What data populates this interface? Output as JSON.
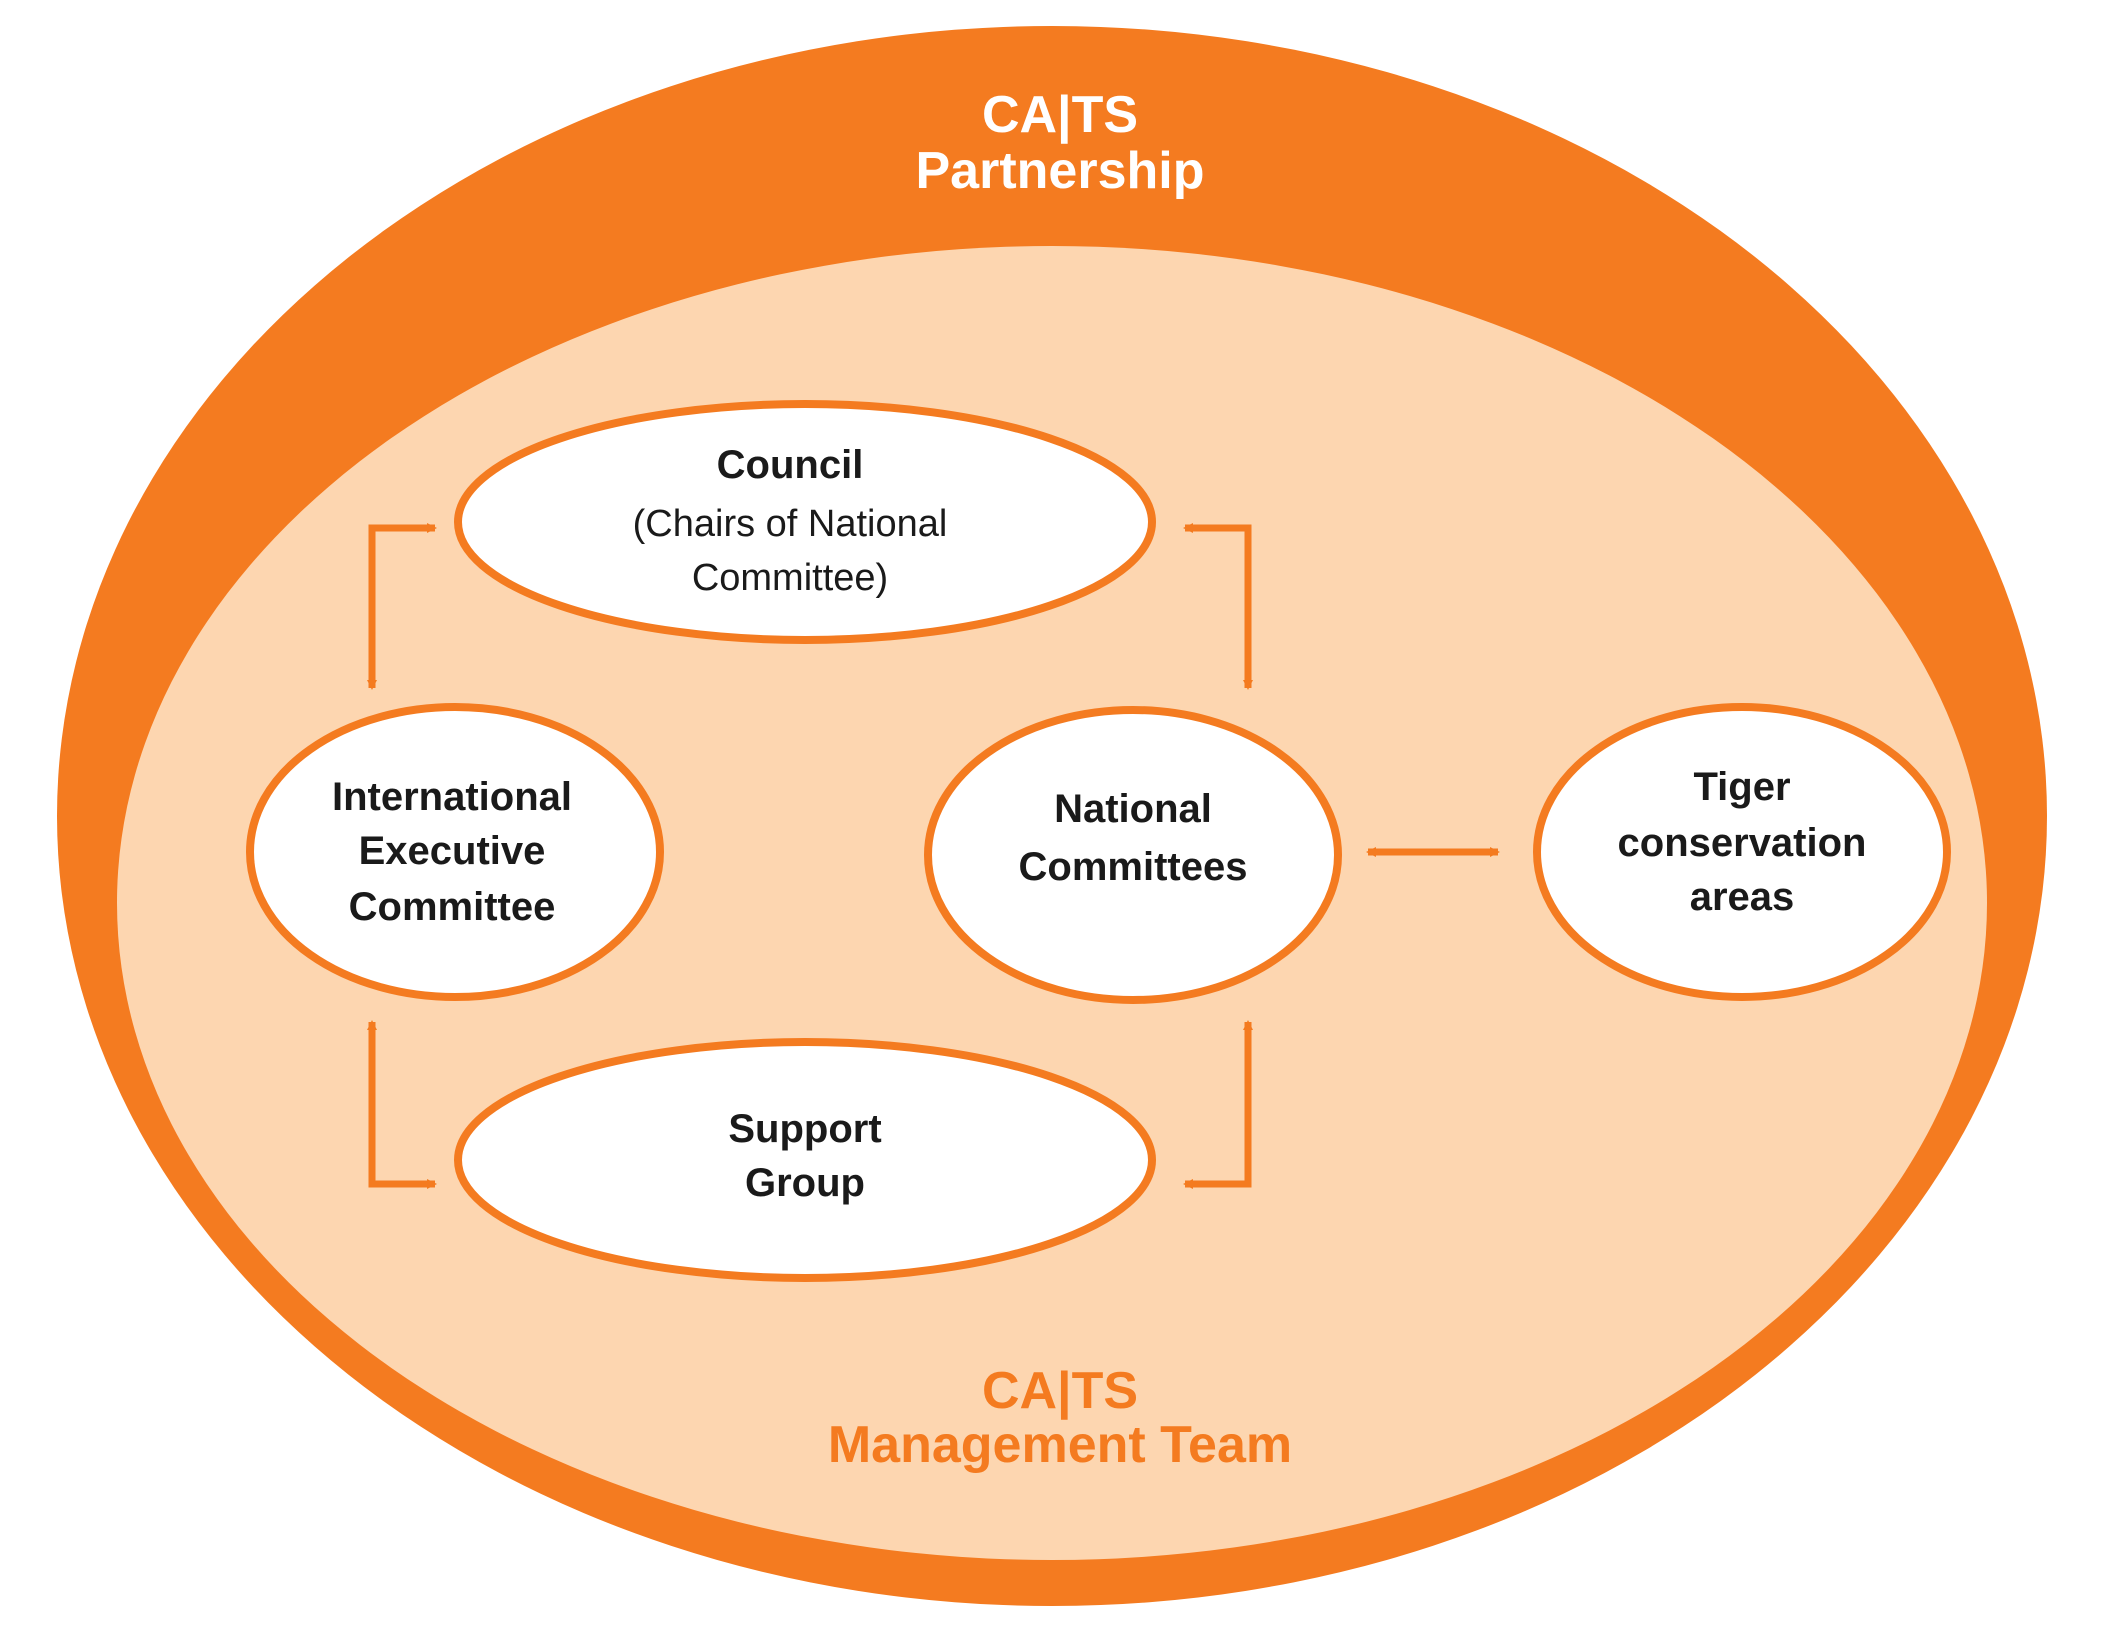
{
  "colors": {
    "outer_ring": "#f47b20",
    "inner_fill": "#fdd6b0",
    "node_fill": "#ffffff",
    "node_stroke": "#f47b20",
    "arrow": "#f47b20",
    "partnership_text": "#ffffff",
    "management_text": "#f47b20",
    "node_text": "#1a1a1a"
  },
  "outer": {
    "title_line1": "CA|TS",
    "title_line2": "Partnership"
  },
  "inner": {
    "title_line1": "CA|TS",
    "title_line2": "Management Team"
  },
  "nodes": {
    "council": {
      "line1": "Council",
      "line2": "(Chairs of National",
      "line3": "Committee)"
    },
    "iec": {
      "line1": "International",
      "line2": "Executive",
      "line3": "Committee"
    },
    "national": {
      "line1": "National",
      "line2": "Committees"
    },
    "tiger": {
      "line1": "Tiger",
      "line2": "conservation",
      "line3": "areas"
    },
    "support": {
      "line1": "Support",
      "line2": "Group"
    }
  },
  "connections": [
    {
      "from": "council",
      "to": "iec"
    },
    {
      "from": "council",
      "to": "national"
    },
    {
      "from": "national",
      "to": "tiger"
    },
    {
      "from": "iec",
      "to": "support"
    },
    {
      "from": "national",
      "to": "support"
    }
  ]
}
